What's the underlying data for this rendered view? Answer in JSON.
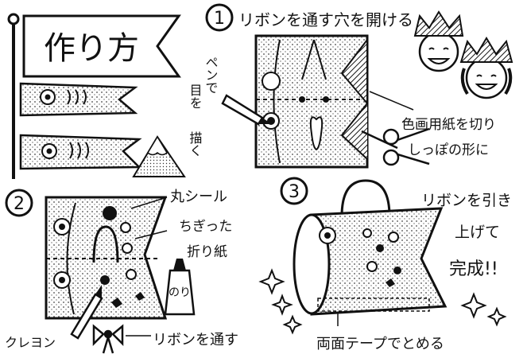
{
  "title": "作り方",
  "steps": [
    {
      "number": "1",
      "caption": "リボンを通す穴を開ける",
      "note_vertical_1": "ペンで",
      "note_vertical_2": "目を",
      "note_vertical_3": "描く",
      "side_note_line1": "色画用紙を切り",
      "side_note_line2": "しっぽの形に"
    },
    {
      "number": "2",
      "label_sticker": "丸シール",
      "label_paper_line1": "ちぎった",
      "label_paper_line2": "折り紙",
      "label_crayon": "クレヨン",
      "label_ribbon": "リボンを通す",
      "glue_label": "のり"
    },
    {
      "number": "3",
      "caption_line1": "リボンを引き",
      "caption_line2": "上げて",
      "caption_line3": "完成!!",
      "tape_note": "両面テープでとめる"
    }
  ]
}
